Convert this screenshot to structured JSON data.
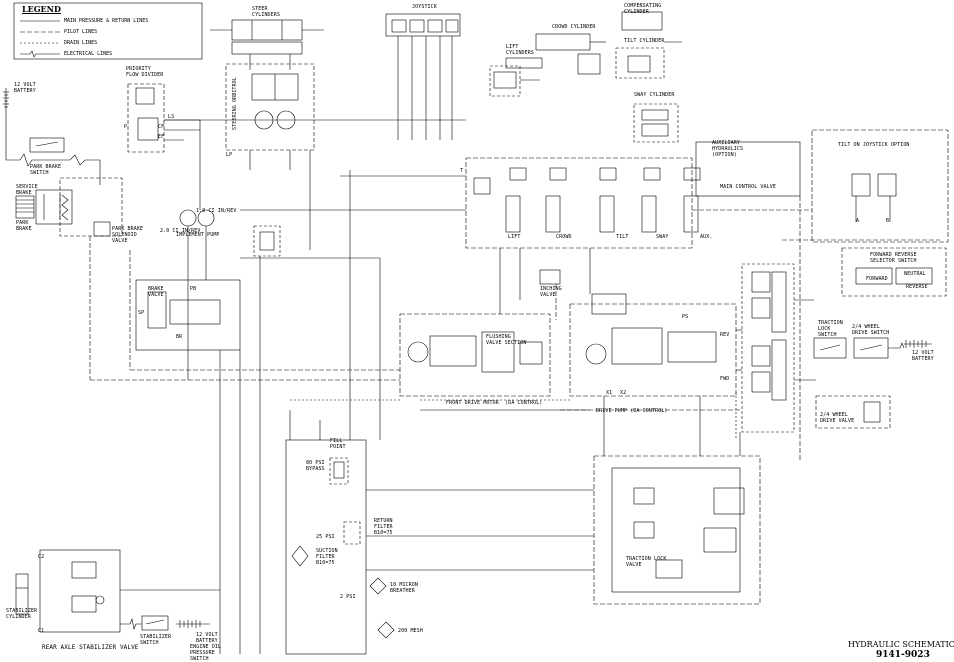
{
  "legend": {
    "title": "LEGEND",
    "items": [
      "MAIN PRESSURE & RETURN LINES",
      "PILOT LINES",
      "DRAIN LINES",
      "ELECTRICAL LINES"
    ]
  },
  "title_block": {
    "title": "HYDRAULIC SCHEMATIC",
    "number": "9141-9023"
  },
  "components": {
    "steer_cylinders": "STEER\nCYLINDERS",
    "joystick": "JOYSTICK",
    "crowd_cylinder": "CROWD CYLINDER",
    "compensating_cylinder": "COMPENSATING\nCYLINDER",
    "lift_cylinders": "LIFT\nCYLINDERS",
    "tilt_cylinder": "TILT CYLINDER",
    "sway_cylinder": "SWAY CYLINDER",
    "battery_top": "12 VOLT\nBATTERY",
    "priority_flow_divider": "PRIORITY\nFLOW DIVIDER",
    "steering_orbitrol": "STEERING ORBITROL",
    "park_brake_switch": "PARK BRAKE\nSWITCH",
    "service_brake": "SERVICE\nBRAKE",
    "park_brake": "PARK\nBRAKE",
    "park_brake_solenoid_valve": "PARK BRAKE\nSOLENOID\nVALVE",
    "implement_pump": "IMPLEMENT PUMP",
    "pump_disp_1": "1.0 CI IN/REV",
    "pump_disp_2": "2.0 CI IN/REV",
    "brake_valve": "BRAKE\nVALVE",
    "aux_hydraulics": "AUXILIARY\nHYDRAULICS\n(OPTION)",
    "main_control_valve": "MAIN CONTROL VALVE",
    "tilt_on_joystick": "TILT ON JOYSTICK OPTION",
    "inching_valve": "INCHING\nVALVE",
    "fwd_rev_selector": "FORWARD REVERSE\nSELECTOR SWITCH",
    "forward": "FORWARD",
    "neutral": "NEUTRAL",
    "reverse": "REVERSE",
    "traction_lock_switch": "TRACTION\nLOCK\nSWITCH",
    "wheel_drive_switch": "2/4 WHEEL\nDRIVE SWITCH",
    "battery_right": "12 VOLT\nBATTERY",
    "front_drive_motor": "FRONT DRIVE MOTOR  (DA CONTROL)",
    "drive_pump": "DRIVE PUMP (DA CONTROL)",
    "flushing_valve": "FLUSHING\nVALVE SECTION",
    "wheel_drive_valve": "2/4 WHEEL\nDRIVE VALVE",
    "fill_point": "FILL\nPOINT",
    "bypass": "80 PSI\nBYPASS",
    "return_filter": "RETURN\nFILTER\nB10=75",
    "psi25": "25 PSI",
    "suction_filter": "SUCTION\nFILTER\nB10=75",
    "psi2": "2 PSI",
    "breather": "10 MICRON\nBREATHER",
    "mesh": "200 MESH",
    "traction_lock_valve": "TRACTION LOCK\nVALVE",
    "stabilizer_cylinder": "STABILIZER\nCYLINDER",
    "rear_axle_valve": "REAR AXLE STABILIZER VALVE",
    "stabilizer_switch": "STABILIZER\nSWITCH",
    "battery_bottom": "12 VOLT\nBATTERY",
    "engine_oil_switch": "ENGINE OIL\nPRESSURE\nSWITCH",
    "sections": [
      "LIFT",
      "CROWD",
      "TILT",
      "SWAY",
      "AUX."
    ],
    "port_labels": {
      "ls": "LS",
      "cf": "CF",
      "ef": "EF",
      "lp": "LP",
      "p": "P",
      "t": "T",
      "c2": "C2",
      "c1": "C1",
      "a": "A",
      "b": "B",
      "sp": "SP",
      "br": "BR",
      "pb": "PB",
      "fwd": "FWD",
      "rev": "REV",
      "ps": "PS",
      "x1": "X1",
      "x2": "X2"
    }
  }
}
